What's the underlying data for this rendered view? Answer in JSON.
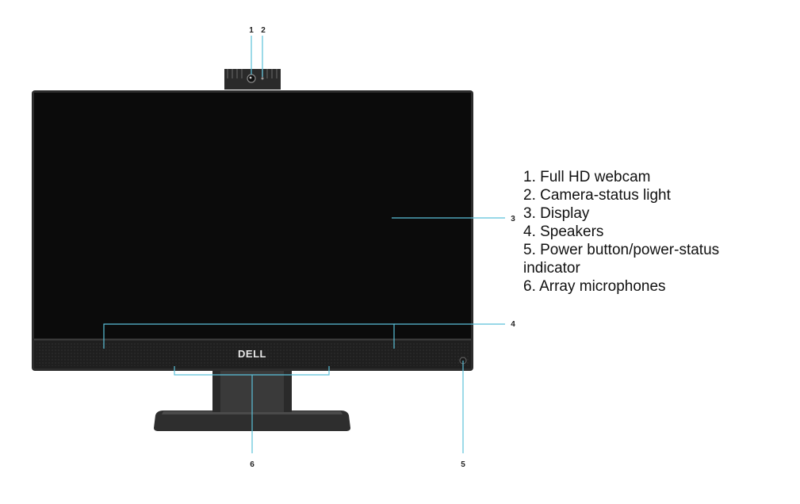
{
  "colors": {
    "screen": "#0b0b0b",
    "bezel": "#2c2c2c",
    "speaker_bar": "#1f1f1f",
    "stand": "#3a3a3a",
    "leader_line": "#5bc0d9",
    "logo": "#e6e6e6"
  },
  "logo": {
    "text": "DELL"
  },
  "callouts": [
    {
      "number": "1"
    },
    {
      "number": "2"
    },
    {
      "number": "3"
    },
    {
      "number": "4"
    },
    {
      "number": "5"
    },
    {
      "number": "6"
    }
  ],
  "legend": {
    "items": [
      {
        "label": "1. Full HD webcam"
      },
      {
        "label": "2. Camera-status light"
      },
      {
        "label": "3. Display"
      },
      {
        "label": "4. Speakers"
      },
      {
        "label": "5. Power button/power-status indicator"
      },
      {
        "label": "6. Array microphones"
      }
    ]
  }
}
